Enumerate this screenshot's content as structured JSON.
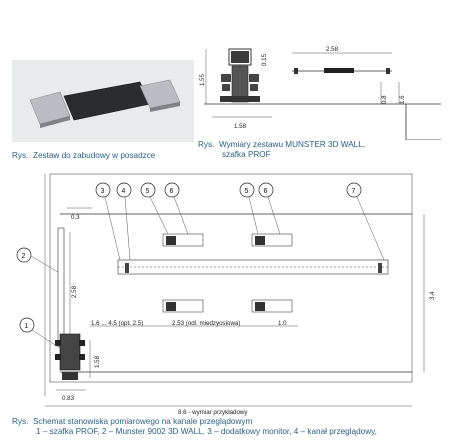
{
  "figure1": {
    "caption_prefix": "Rys.",
    "caption": "Zestaw do zabudowy w posadzce"
  },
  "figure2": {
    "caption_prefix": "Rys.",
    "caption_line1": "Wymiary zestawu MUNSTER 3D WALL,",
    "caption_line2": "szafka PROF",
    "dims": {
      "width_top": "2.58",
      "height": "1.55",
      "offset": "0.15",
      "d1": "1.6",
      "d2": "0.8",
      "base": "1.58"
    }
  },
  "figure3": {
    "dims": {
      "d03": "0.3",
      "d258": "2.58",
      "d34": "3.4",
      "d16_45": "1.6 ... 4.5 (opt. 2.5)",
      "d253": "2.53 (odl. miedzyosiowa)",
      "d10": "1.0",
      "d158": "1.58",
      "d083": "0.83",
      "d86": "8.6 - wymiar przykładowy"
    },
    "callouts": [
      "1",
      "2",
      "3",
      "4",
      "5",
      "6",
      "5",
      "6",
      "7"
    ],
    "caption_prefix": "Rys.",
    "caption_line1": "Schemat stanowiska pomiarowego na kanale przeglądowym",
    "caption_line2": "1 – szafka PROF, 2 – Munster 9002 3D WALL, 3 – dodatkowy monitor, 4 – kanał przeglądowy,"
  }
}
